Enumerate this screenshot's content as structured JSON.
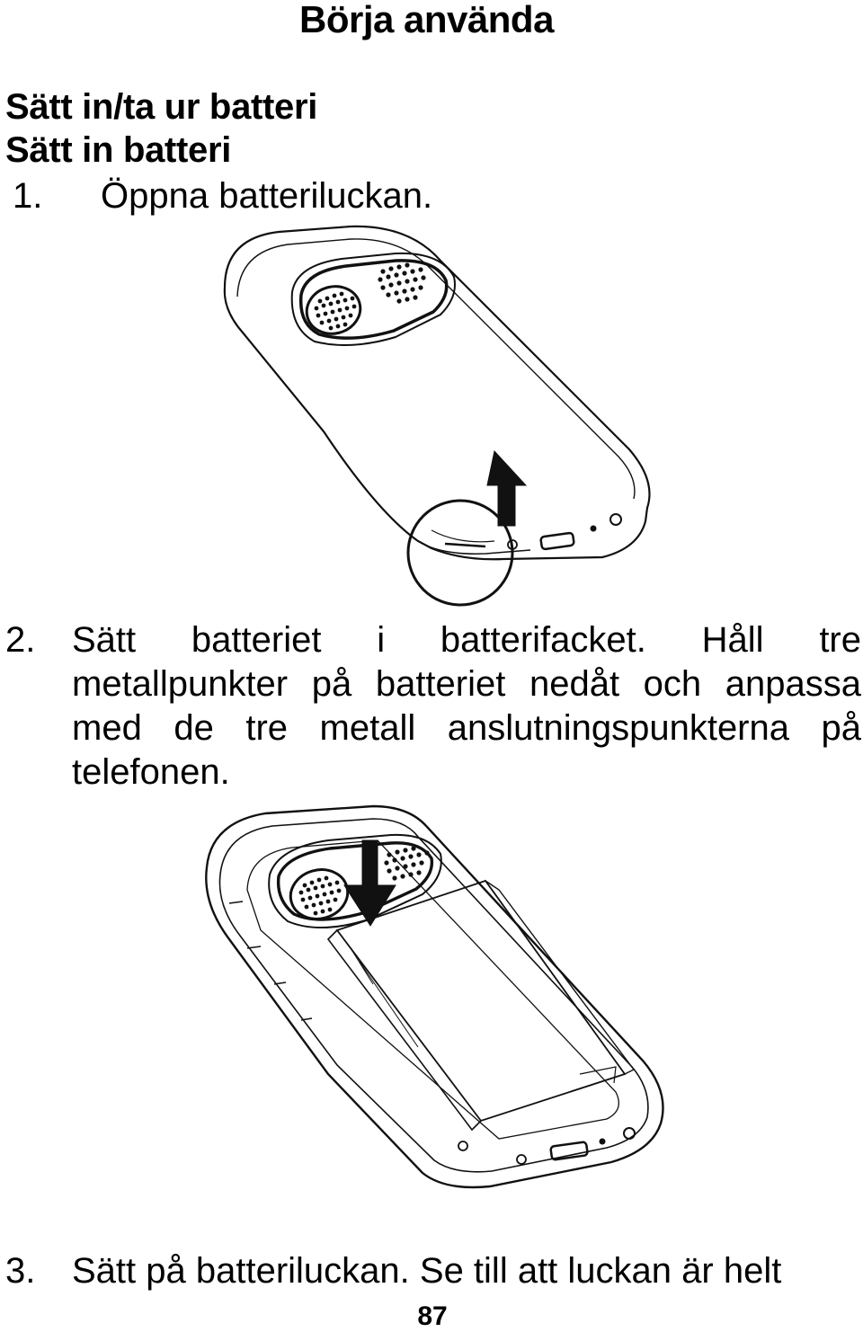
{
  "header": {
    "title": "Börja använda"
  },
  "section": {
    "heading1": "Sätt in/ta ur batteri",
    "heading2": "Sätt in batteri"
  },
  "steps": [
    {
      "num": "1.",
      "lines": [
        "Öppna batteriluckan."
      ]
    },
    {
      "num": "2.",
      "lines": [
        "Sätt batteriet i batterifacket. Håll tre",
        "metallpunkter på batteriet nedåt och anpassa",
        "med de tre metall anslutningspunkterna på",
        "telefonen."
      ]
    },
    {
      "num": "3.",
      "lines": [
        "Sätt på batteriluckan. Se till att luckan är helt"
      ]
    }
  ],
  "footer": {
    "page_number": "87"
  }
}
